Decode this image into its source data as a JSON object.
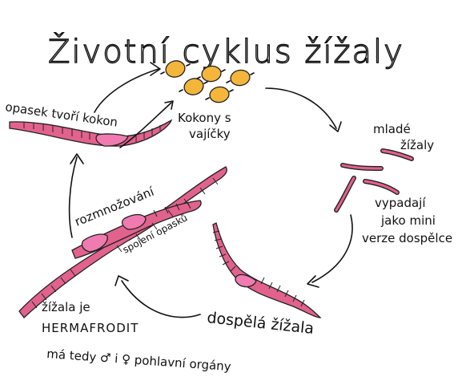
{
  "title": "Životní cyklus žížaly",
  "labels": {
    "opasek": "opasek tvoří kokon",
    "kokony_line1": "Kokony s",
    "kokony_line2": "vajíčky",
    "mlade_line1": "mladé",
    "mlade_line2": "žížaly",
    "vypadaji_line1": "vypadají",
    "vypadaji_line2": "jako mini",
    "vypadaji_line3": "verze dospělce",
    "dospela": "dospělá žížala",
    "rozmnozovani": "rozmnožování",
    "spojeni": "spojení opasků",
    "herma_line1": "žížala je",
    "herma_line2": "HERMAFRODIT",
    "herma_line3": "má tedy ♂ i ♀ pohlavní orgány"
  },
  "colors": {
    "worm": "#e1628d",
    "clitellum": "#f07bb0",
    "cocoon": "#f3b63b",
    "ink": "#111111"
  }
}
